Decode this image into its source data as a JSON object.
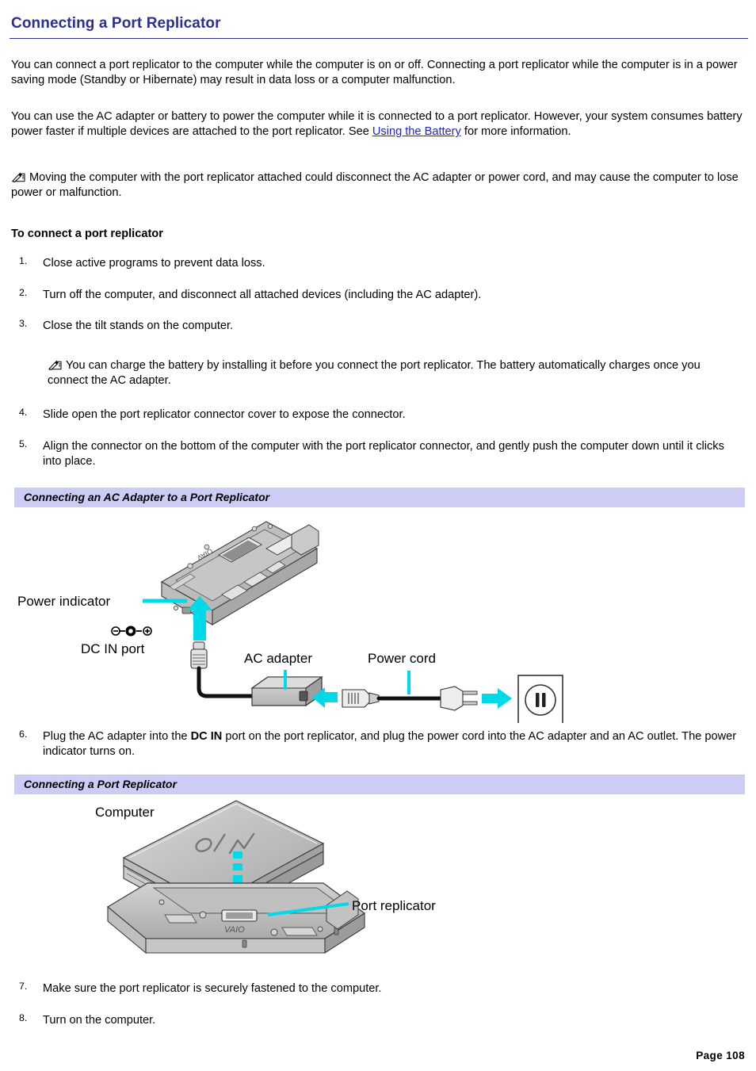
{
  "title": "Connecting a Port Replicator",
  "paragraphs": {
    "intro": "You can connect a port replicator to the computer while the computer is on or off. Connecting a port replicator while the computer is in a power saving mode (Standby or Hibernate) may result in data loss or a computer malfunction.",
    "power_part1": "You can use the AC adapter or battery to power the computer while it is connected to a port replicator. However, your system consumes battery power faster if multiple devices are attached to the port replicator. See ",
    "power_link": "Using the Battery",
    "power_part2": " for more information."
  },
  "notes": {
    "moving": "Moving the computer with the port replicator attached could disconnect the AC adapter or power cord, and may cause the computer to lose power or malfunction.",
    "charge": "You can charge the battery by installing it before you connect the port replicator. The battery automatically charges once you connect the AC adapter.",
    "icon": "note-pencil-icon"
  },
  "subhead": "To connect a port replicator",
  "steps": [
    {
      "num": "1.",
      "text": "Close active programs to prevent data loss."
    },
    {
      "num": "2.",
      "text": "Turn off the computer, and disconnect all attached devices (including the AC adapter)."
    },
    {
      "num": "3.",
      "text": "Close the tilt stands on the computer."
    },
    {
      "num": "4.",
      "text": "Slide open the port replicator connector cover to expose the connector."
    },
    {
      "num": "5.",
      "text": "Align the connector on the bottom of the computer with the port replicator connector, and gently push the computer down until it clicks into place."
    },
    {
      "num": "6.",
      "text_before": "Plug the AC adapter into the ",
      "bold": "DC IN",
      "text_after": " port on the port replicator, and plug the power cord into the AC adapter and an AC outlet. The power indicator turns on."
    },
    {
      "num": "7.",
      "text": "Make sure the port replicator is securely fastened to the computer."
    },
    {
      "num": "8.",
      "text": "Turn on the computer."
    }
  ],
  "figures": [
    {
      "caption": "Connecting an AC Adapter to a Port Replicator",
      "labels": {
        "power_indicator": "Power indicator",
        "dc_in_port": "DC IN port",
        "ac_adapter": "AC adapter",
        "power_cord": "Power cord"
      }
    },
    {
      "caption": "Connecting a Port Replicator",
      "labels": {
        "computer": "Computer",
        "port_replicator": "Port replicator",
        "vaio_logo": "VAIO"
      }
    }
  ],
  "colors": {
    "title_blue": "#2b2f8f",
    "caption_bar": "#ccccf5",
    "accent_cyan": "#00d9e8",
    "link_blue": "#2222cc",
    "device_gray": "#c9c9c9"
  },
  "footer": "Page 108"
}
